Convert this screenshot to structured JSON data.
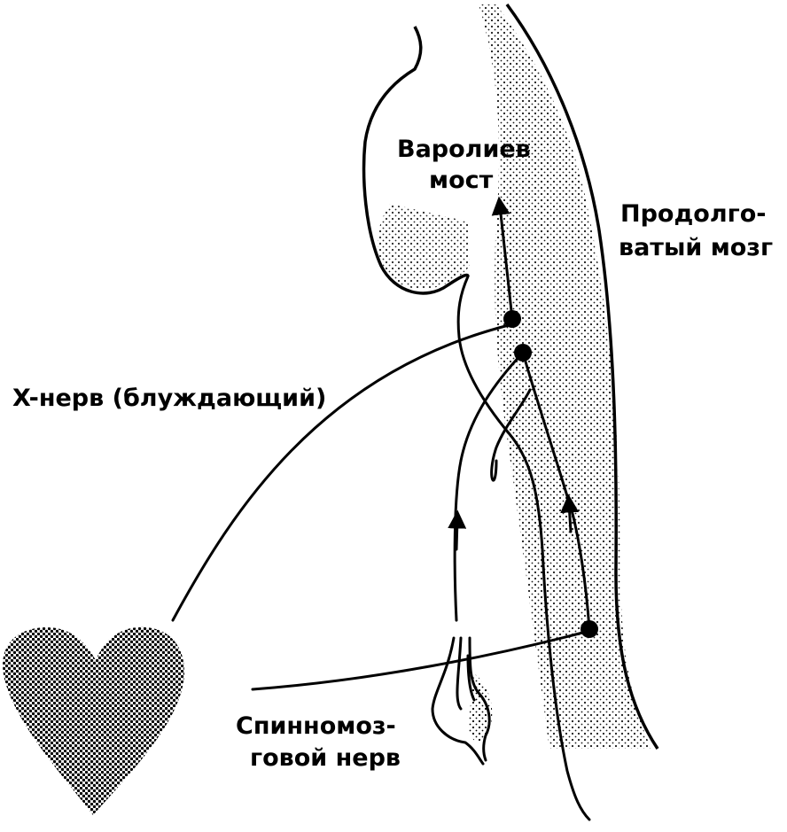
{
  "labels": {
    "pons_line1": "Варолиев",
    "pons_line2": "мост",
    "medulla_line1": "Продолго-",
    "medulla_line2": "ватый мозг",
    "vagus": "X-нерв (блуждающий)",
    "spinal_line1": "Спинномоз-",
    "spinal_line2": "говой нерв"
  },
  "colors": {
    "ink": "#000000",
    "paper": "#ffffff"
  },
  "icons": {
    "heart": "heart-icon"
  }
}
